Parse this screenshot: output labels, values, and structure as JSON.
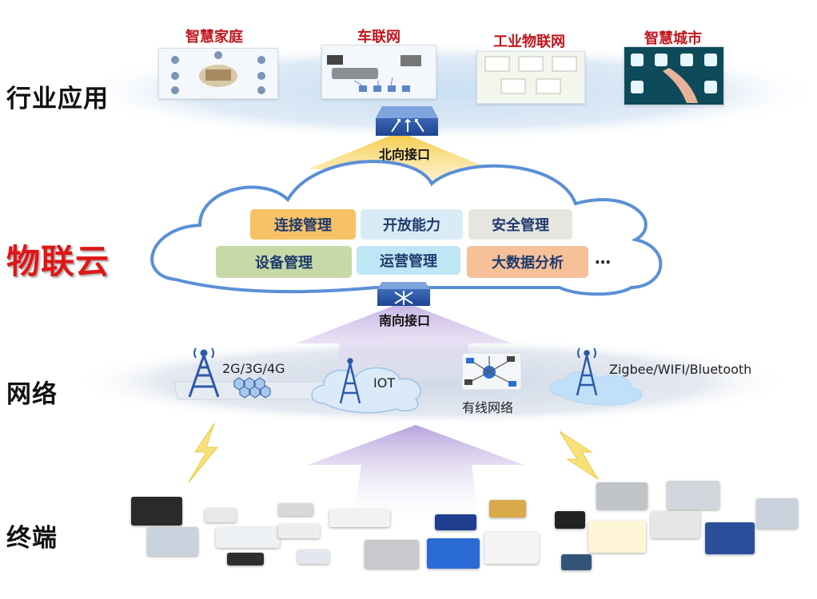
{
  "layers": {
    "application": "行业应用",
    "cloud": "物联云",
    "network": "网络",
    "terminal": "终端"
  },
  "applications": [
    {
      "title": "智慧家庭"
    },
    {
      "title": "车联网"
    },
    {
      "title": "工业物联网"
    },
    {
      "title": "智慧城市"
    }
  ],
  "interfaces": {
    "north": "北向接口",
    "south": "南向接口"
  },
  "modules": [
    {
      "label": "连接管理",
      "color": "#f7c266"
    },
    {
      "label": "开放能力",
      "color": "#d9ecf5"
    },
    {
      "label": "安全管理",
      "color": "#e6e6e0"
    },
    {
      "label": "设备管理",
      "color": "#c6d9a7"
    },
    {
      "label": "运营管理",
      "color": "#bfe6f4"
    },
    {
      "label": "大数据分析",
      "color": "#f6c098"
    }
  ],
  "modules_more": "…",
  "network": {
    "mobile": "2G/3G/4G",
    "iot": "IOT",
    "wired": "有线网络",
    "wireless": "Zigbee/WIFI/Bluetooth"
  },
  "colors": {
    "cloud_outline": "#5b8fd6",
    "title_red": "#e01515",
    "app_title": "#c0141b",
    "tower": "#2d5aa8"
  }
}
